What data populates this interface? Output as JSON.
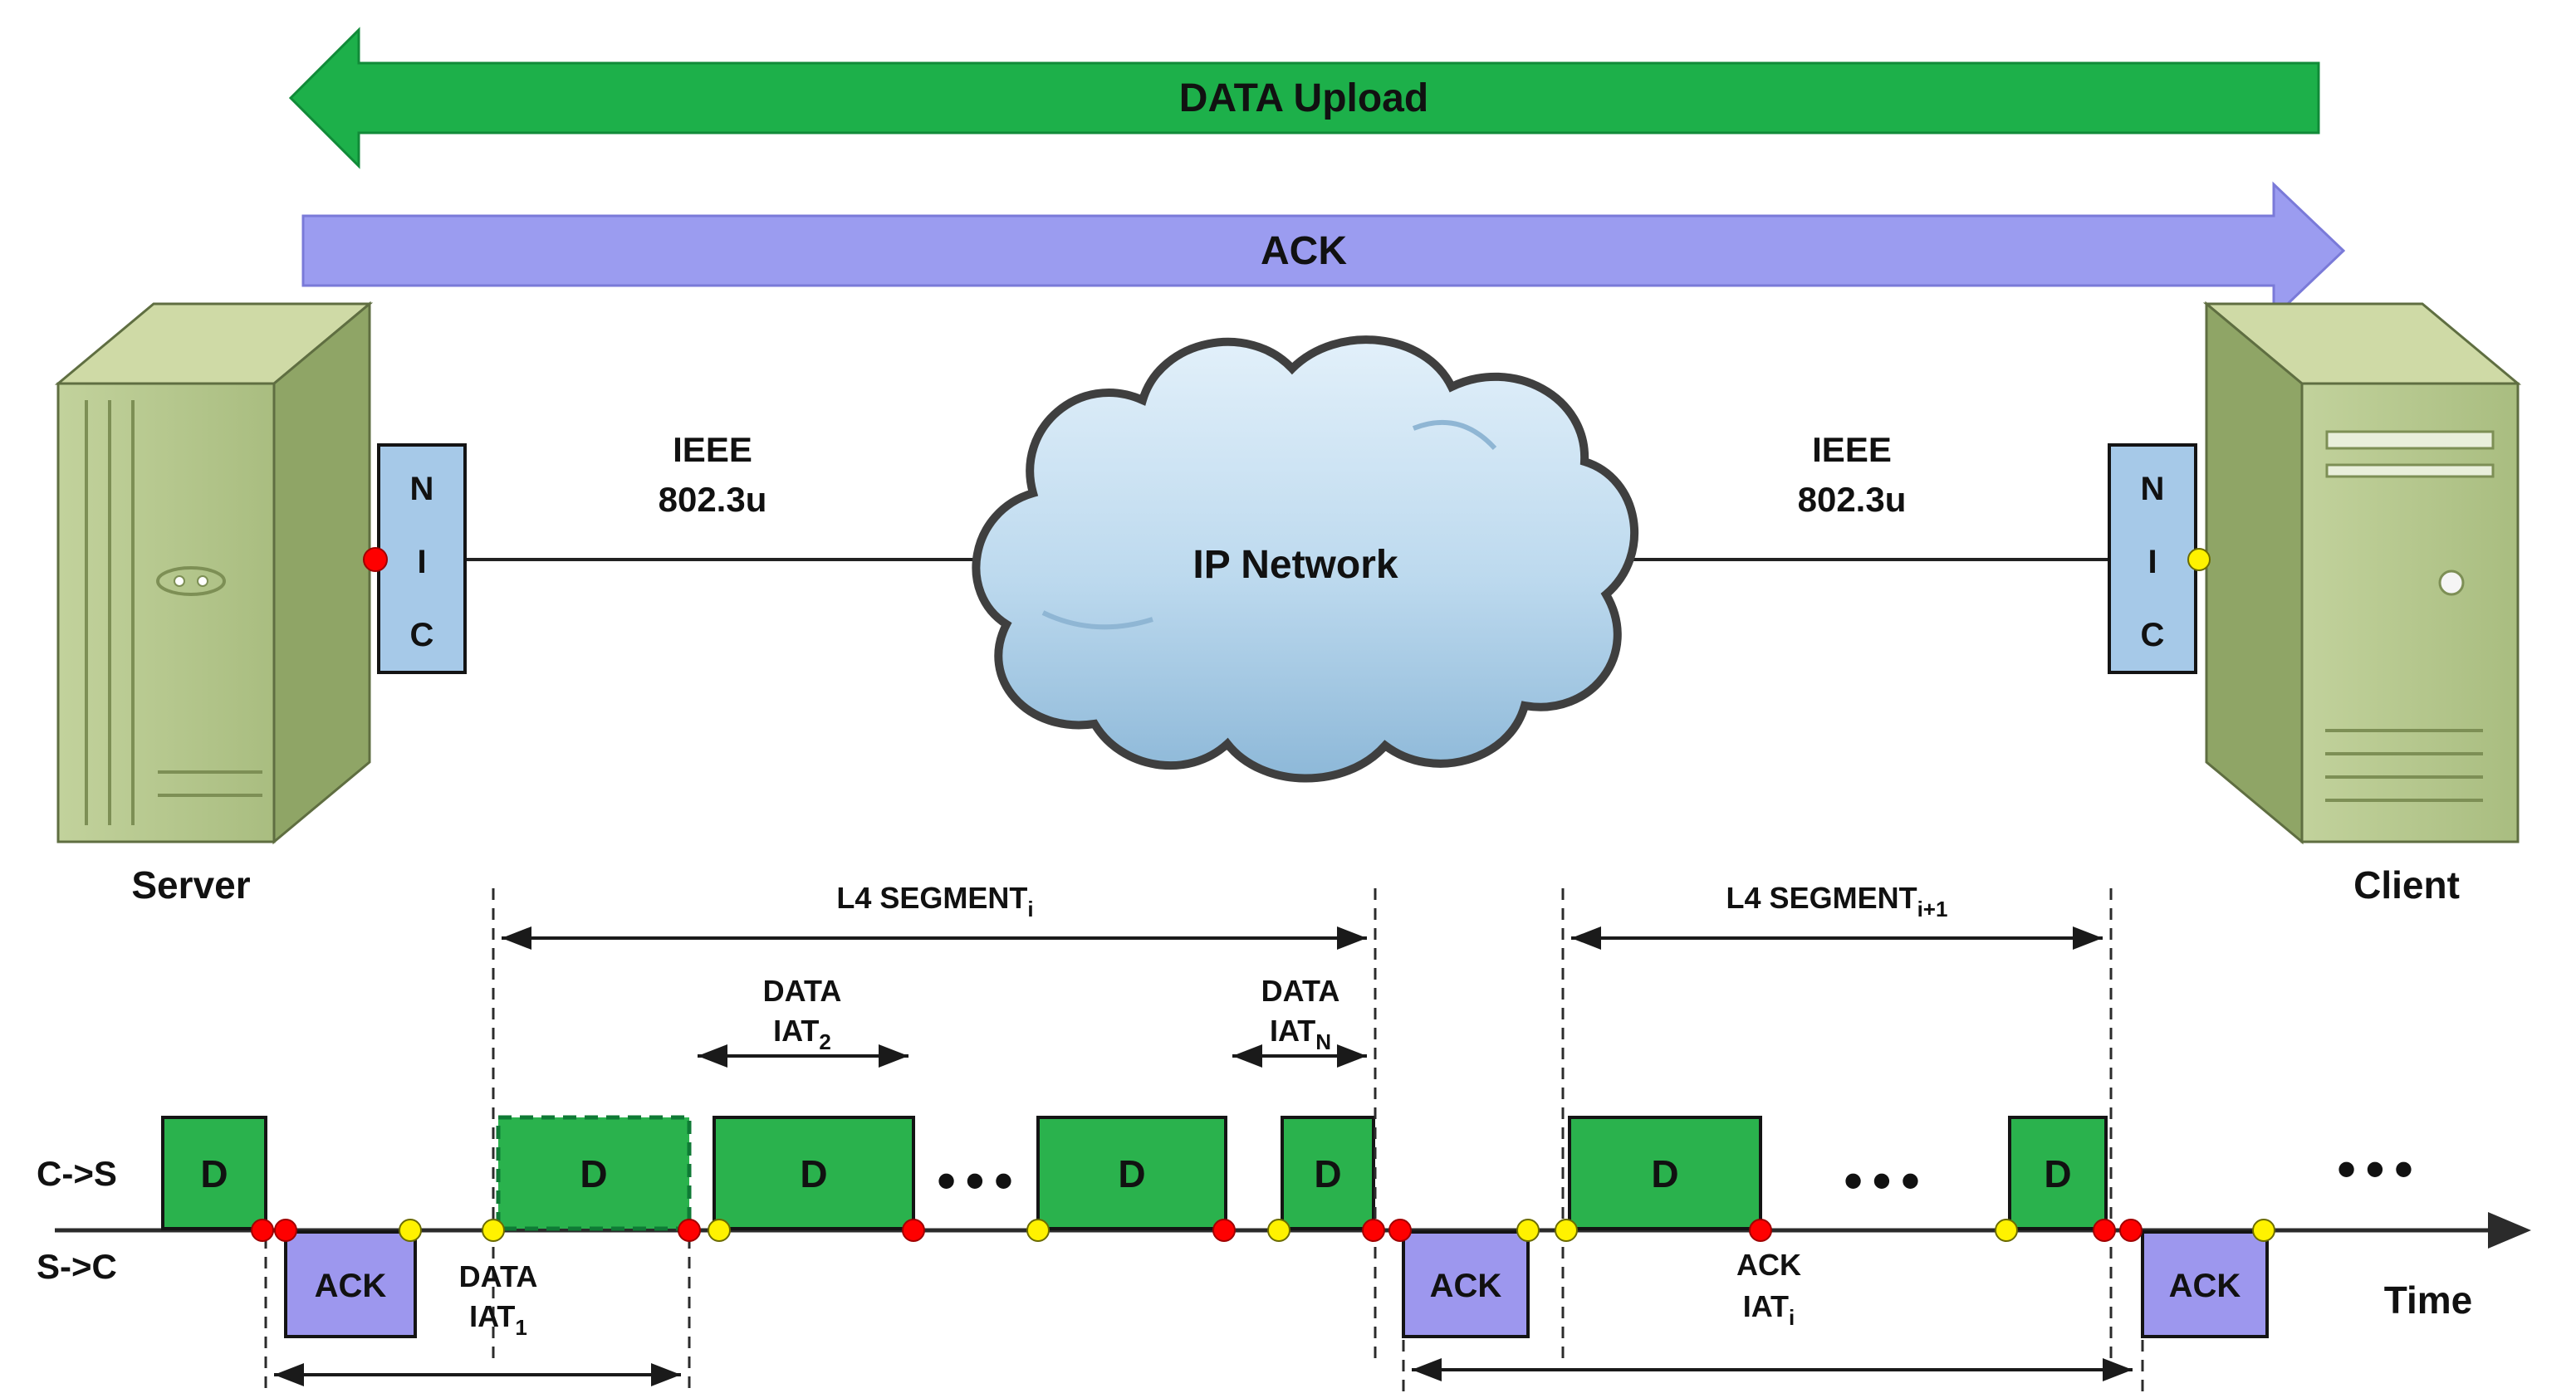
{
  "colors": {
    "data_green": "#1db04a",
    "ack_purple": "#9b9cf0",
    "box_green": "#2ab24d",
    "box_purple": "#9d97ee",
    "nic_blue": "#a6c9e8",
    "dot_red": "#fe0000",
    "dot_yellow": "#fff200",
    "cloud_fill": "#bcd9ee"
  },
  "flows": {
    "data_upload_label": "DATA Upload",
    "ack_label": "ACK"
  },
  "topology": {
    "server_label": "Server",
    "client_label": "Client",
    "nic_letters": [
      "N",
      "I",
      "C"
    ],
    "left_link_line1": "IEEE",
    "left_link_line2": "802.3u",
    "right_link_line1": "IEEE",
    "right_link_line2": "802.3u",
    "cloud_label": "IP Network"
  },
  "timeline": {
    "cs_label": "C->S",
    "sc_label": "S->C",
    "time_label": "Time",
    "d_label": "D",
    "ack_label": "ACK",
    "ellipsis": "•••"
  },
  "annotations": {
    "l4_segment_i": {
      "main": "L4 SEGMENT",
      "sub": "i"
    },
    "l4_segment_i1": {
      "main": "L4 SEGMENT",
      "sub": "i+1"
    },
    "data_iat_1": {
      "line1": "DATA",
      "line2": "IAT",
      "sub": "1"
    },
    "data_iat_2": {
      "line1": "DATA",
      "line2": "IAT",
      "sub": "2"
    },
    "data_iat_n": {
      "line1": "DATA",
      "line2": "IAT",
      "sub": "N"
    },
    "ack_iat_i": {
      "line1": "ACK",
      "line2": "IAT",
      "sub": "i"
    }
  }
}
